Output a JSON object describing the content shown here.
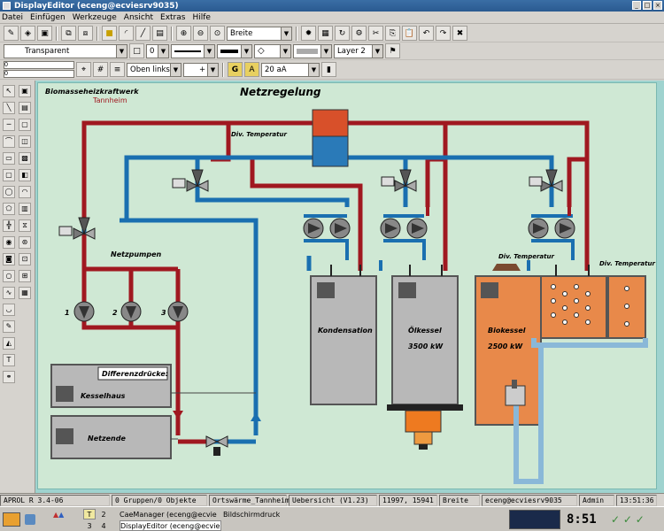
{
  "window": {
    "title": "DisplayEditor (eceng@ecviesrv9035)"
  },
  "menu": [
    "Datei",
    "Einfügen",
    "Werkzeuge",
    "Ansicht",
    "Extras",
    "Hilfe"
  ],
  "toolbar1": {
    "line_style": "Breite"
  },
  "toolbar2": {
    "fill": "Transparent",
    "line_width": "0",
    "layer": "Layer 2"
  },
  "toolbar3": {
    "coord_x": "0",
    "coord_y": "0",
    "anchor": "Oben links",
    "plus": "+",
    "font_size": "20 aA"
  },
  "diagram": {
    "plant_name": "Biomasseheizkraftwerk",
    "plant_location": "Tannheim",
    "title": "Netzregelung",
    "labels": {
      "temp_top": "Div. Temperatur",
      "temp_mid": "Div. Temperatur",
      "temp_right": "Div. Temperatur",
      "pumps": "Netzpumpen",
      "pump1": "1",
      "pump2": "2",
      "pump3": "3",
      "diff_title": "Differenzdrücke:",
      "kesselhaus": "Kesselhaus",
      "netzende": "Netzende",
      "kondensation": "Kondensation",
      "oelkessel": "Ölkessel",
      "oelkessel_power": "3500 kW",
      "biokessel": "Biokessel",
      "biokessel_power": "2500 kW"
    }
  },
  "status": {
    "version": "APROL R 3.4-06",
    "groups": "0 Gruppen/0 Objekte",
    "display": "Ortswärme_Tannheim",
    "overview": "Uebersicht (V1.23)",
    "coords": "11997, 15941",
    "mode": "Breite",
    "user": "eceng@ecviesrv9035",
    "role": "Admin",
    "time": "13:51:36"
  },
  "taskbar": {
    "ws1": "2",
    "ws2": "3",
    "ws3": "4",
    "task1": "CaeManager (eceng@ecvie",
    "task2": "DisplayEditor (eceng@ecvie",
    "task3": "Bildschirmdruck",
    "clock": "8:51"
  },
  "colors": {
    "supply": "#a01820",
    "return": "#1a6fb0",
    "boiler_grey": "#b8b8b8",
    "bio_orange": "#e8894a"
  }
}
